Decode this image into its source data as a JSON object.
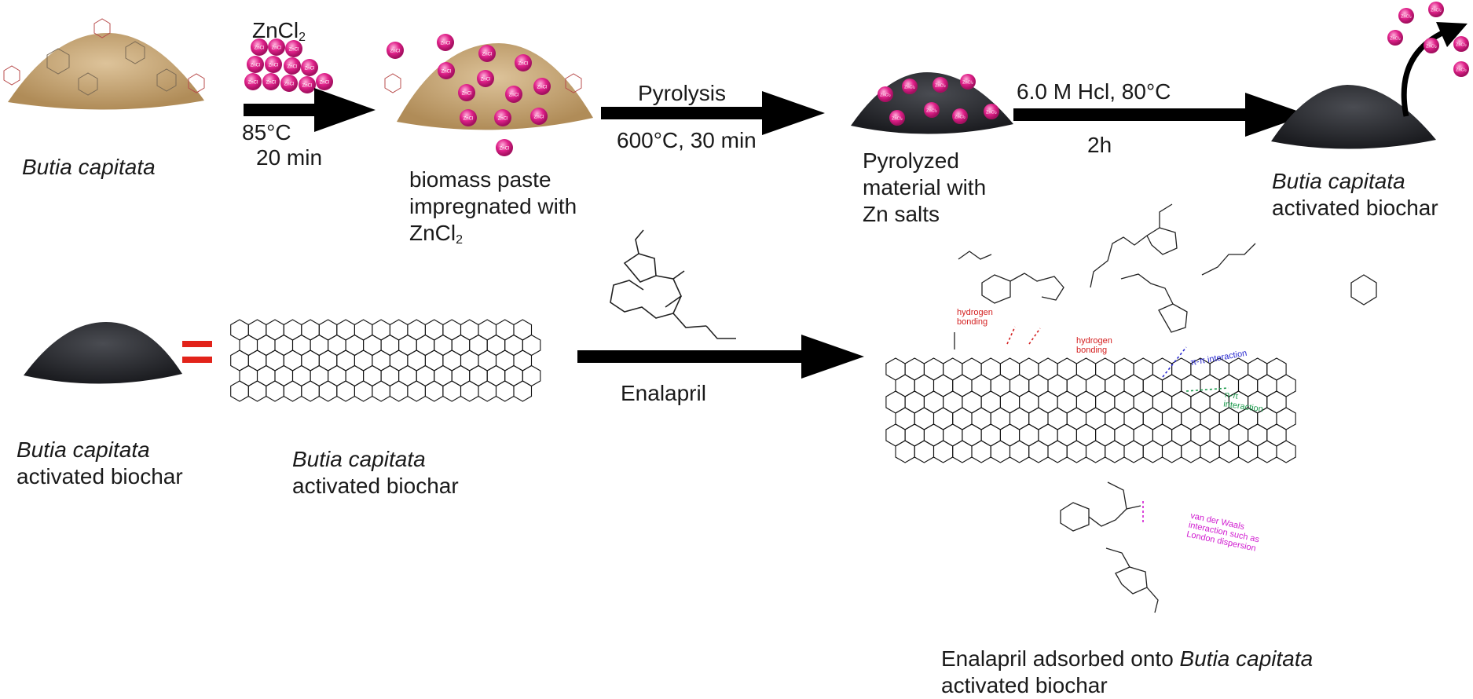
{
  "labels": {
    "raw": "Butia capitata",
    "reagent": "ZnCl",
    "reagent_sub": "2",
    "step1_temp": "85°C",
    "step1_time": "20 min",
    "paste_l1": "biomass paste",
    "paste_l2": "impregnated with",
    "paste_l3": "ZnCl",
    "paste_sub": "2",
    "pyro_title": "Pyrolysis",
    "pyro_cond": "600°C, 30 min",
    "pyro_mat_l1": "Pyrolyzed",
    "pyro_mat_l2": "material with",
    "pyro_mat_l3": "Zn salts",
    "acid_cond": "6.0 M Hcl, 80°C",
    "acid_time": "2h",
    "product_it": "Butia capitata",
    "product_l2": "activated biochar",
    "eq_left_it": "Butia capitata",
    "eq_left_l2": "activated biochar",
    "eq_struct_it": "Butia capitata",
    "eq_struct_l2": "activated biochar",
    "enalapril": "Enalapril",
    "final_a": "Enalapril adsorbed onto ",
    "final_it": "Butia capitata",
    "final_l2": "activated biochar"
  },
  "bead_text": "ZnCl",
  "salt_text": "ZnCl₂",
  "interactions": {
    "hbond1": "hydrogen\nbonding",
    "hbond2": "hydrogen\nbonding",
    "pipi": "π-π interaction",
    "npi": "n-π\ninteraction",
    "vdw": "van der Waals\ninteraction such as\nLondon dispersion"
  },
  "colors": {
    "powder": "#c9a877",
    "char": "#2b2d31",
    "bead": "#e0218a",
    "equals": "#e2231a",
    "hbond": "#d42020",
    "pipi": "#2a2ad0",
    "npi": "#1c9a4c",
    "vdw": "#d01cd0"
  }
}
